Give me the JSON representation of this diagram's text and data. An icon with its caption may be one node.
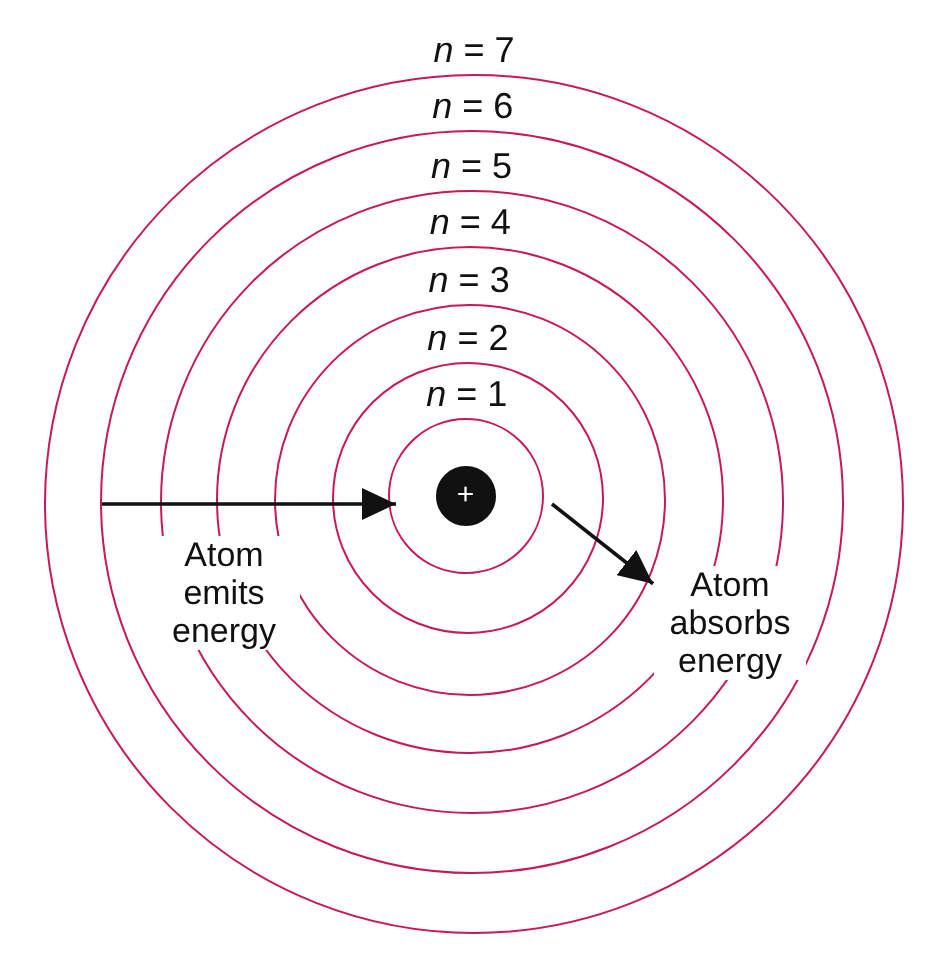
{
  "diagram": {
    "nodes": [
      {
        "text": [
          "*n* = 7"
        ]
      },
      {
        "text": [
          "*n* = 6"
        ],
        "in": 0
      },
      {
        "text": [
          "*n* = 5"
        ],
        "in": 1
      },
      {
        "text": [
          "*n* = 4"
        ],
        "in": 2
      },
      {
        "text": [
          "*n* = 3"
        ],
        "in": 3
      },
      {
        "text": [
          "*n* = 2"
        ],
        "in": 4
      },
      {
        "text": [
          "*n* = 1"
        ],
        "in": 5
      },
      {
        "text": [
          "+"
        ],
        "in": 6
      }
    ],
    "edges": [
      {
        "from": 1,
        "to": 6,
        "arrow": "to",
        "label": "Atom emits energy"
      },
      {
        "from": 6,
        "to": 4,
        "arrow": "to",
        "label": "Atom absorbs energy"
      }
    ]
  }
}
